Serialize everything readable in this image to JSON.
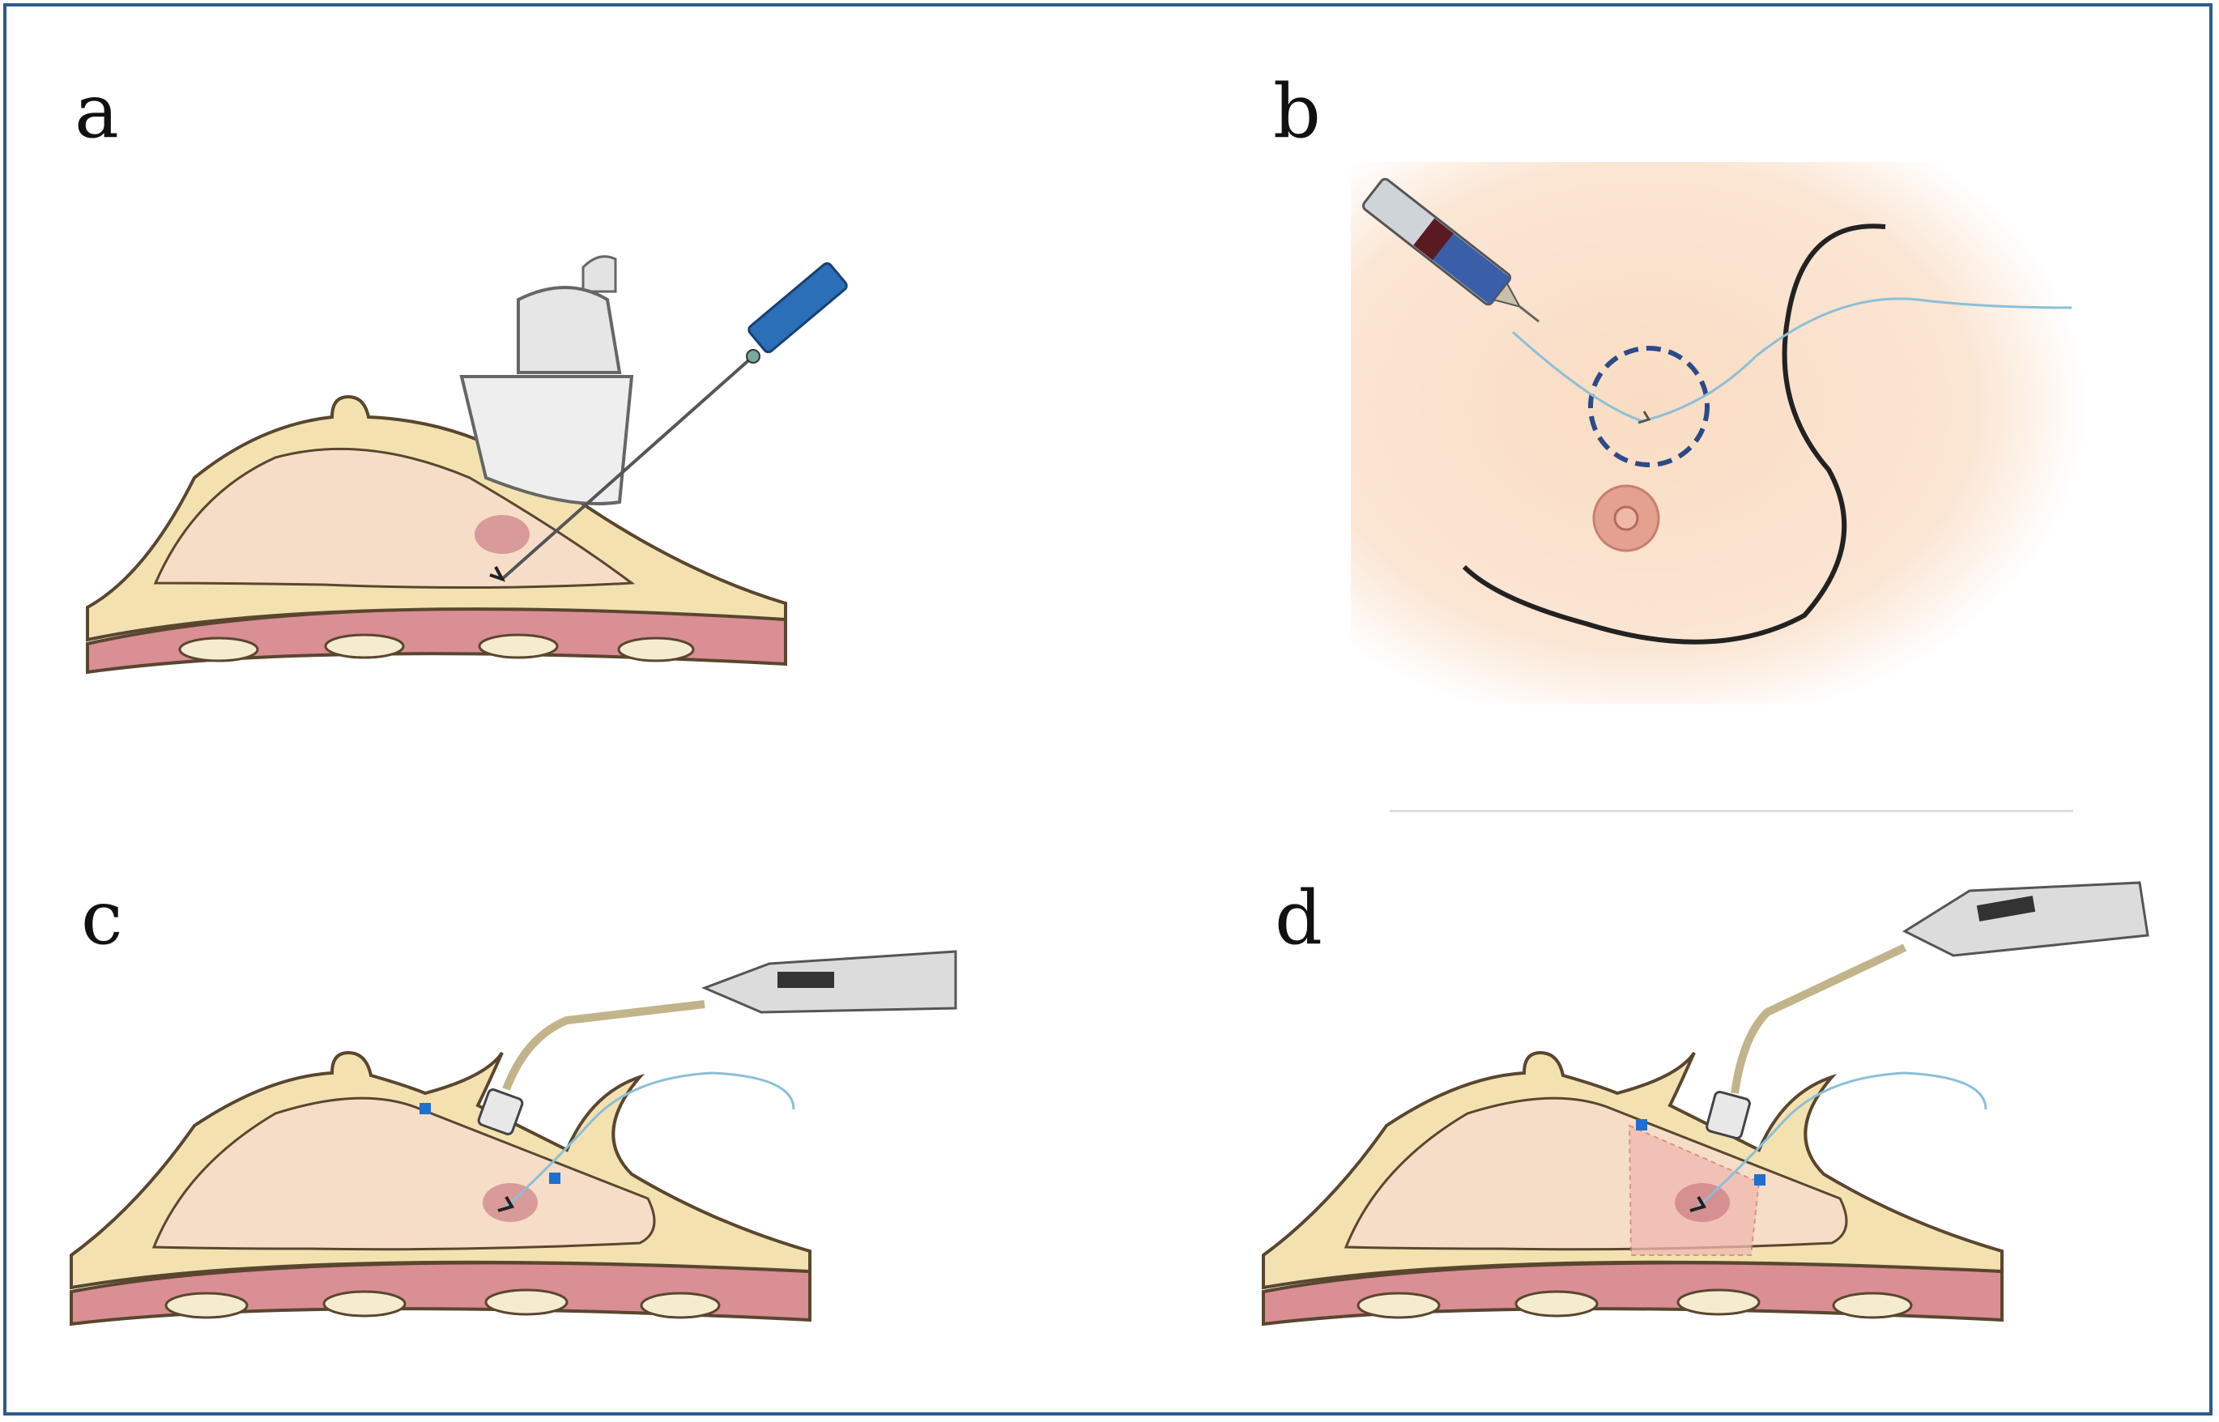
{
  "figure": {
    "border_color": "#2e5a8c",
    "panels": [
      {
        "id": "a",
        "label": "a"
      },
      {
        "id": "b",
        "label": "b"
      },
      {
        "id": "c",
        "label": "c"
      },
      {
        "id": "d",
        "label": "d"
      }
    ]
  },
  "colors": {
    "skin": "#f9dcc3",
    "tissue_outline": "#5a4630",
    "fat_layer": "#f3e2b0",
    "gland": "#f6ddc8",
    "muscle": "#d98f93",
    "rib": "#f5ebcf",
    "lesion": "#c4707a",
    "needle_handle": "#2a6fb8",
    "marker_wire": "#8bbfd8",
    "clip_marker": "#1e6fd0",
    "resection_zone": "#f0b8b0"
  }
}
